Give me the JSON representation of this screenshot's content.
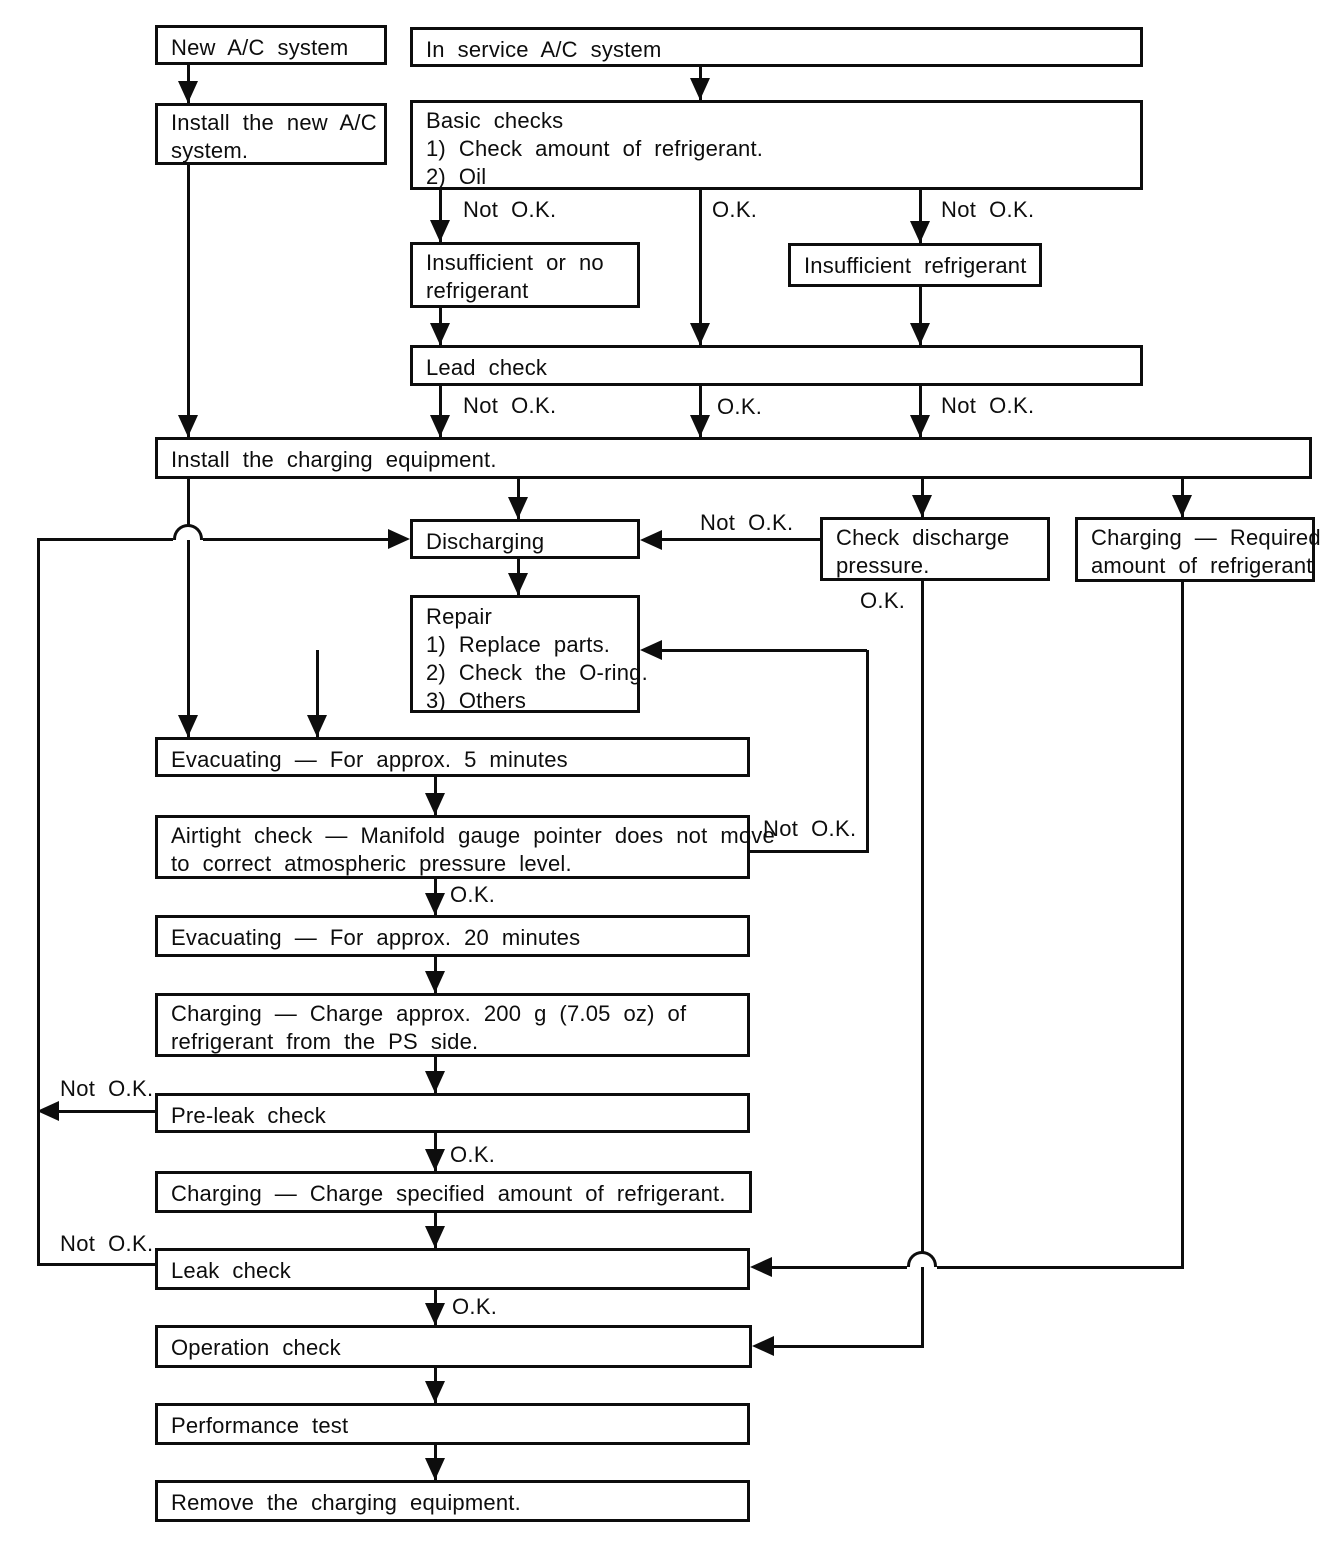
{
  "labels": {
    "ok": "O.K.",
    "not_ok": "Not O.K."
  },
  "nodes": {
    "new_ac": {
      "label": "New A/C system"
    },
    "in_service": {
      "label": "In service A/C system"
    },
    "install_new": {
      "lines": [
        "Install the new A/C",
        "system."
      ]
    },
    "basic_checks": {
      "lines": [
        "Basic checks",
        "1) Check amount of refrigerant.",
        "2) Oil"
      ]
    },
    "insufficient_none": {
      "lines": [
        "Insufficient or no",
        "refrigerant"
      ]
    },
    "insufficient": {
      "label": "Insufficient refrigerant"
    },
    "lead_check": {
      "label": "Lead check"
    },
    "install_charging": {
      "label": "Install the charging equipment."
    },
    "discharging": {
      "label": "Discharging"
    },
    "check_discharge": {
      "lines": [
        "Check discharge",
        "pressure."
      ]
    },
    "charging_required": {
      "lines": [
        "Charging — Required",
        "amount of refrigerant"
      ]
    },
    "repair": {
      "lines": [
        "Repair",
        "1) Replace parts.",
        "2) Check the O-ring.",
        "3) Others"
      ]
    },
    "evacuating_5": {
      "label": "Evacuating — For approx. 5 minutes"
    },
    "airtight": {
      "lines": [
        "Airtight check — Manifold gauge pointer does not move",
        "to correct atmospheric pressure level."
      ]
    },
    "evacuating_20": {
      "label": "Evacuating — For approx. 20 minutes"
    },
    "charging_200": {
      "lines": [
        "Charging — Charge approx. 200 g (7.05 oz) of",
        "refrigerant from the PS side."
      ]
    },
    "pre_leak": {
      "label": "Pre-leak check"
    },
    "charging_specified": {
      "label": "Charging — Charge specified amount of refrigerant."
    },
    "leak_check": {
      "label": "Leak check"
    },
    "operation_check": {
      "label": "Operation check"
    },
    "performance_test": {
      "label": "Performance test"
    },
    "remove_charging": {
      "label": "Remove the charging equipment."
    }
  }
}
